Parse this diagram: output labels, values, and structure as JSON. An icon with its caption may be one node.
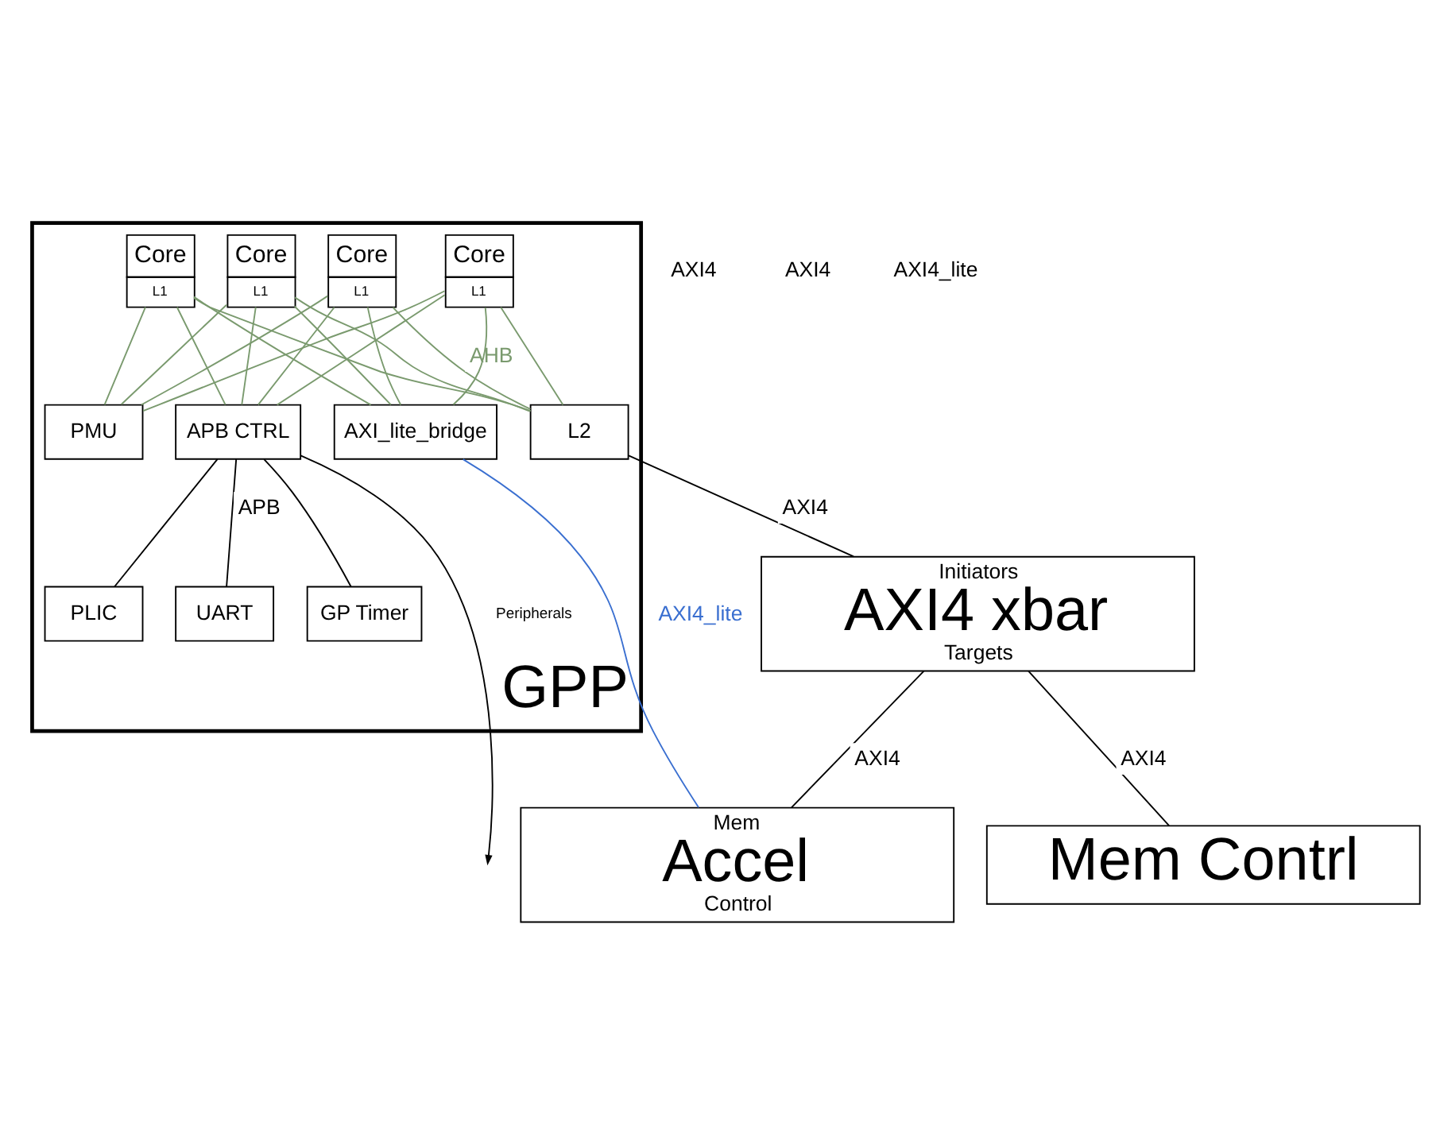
{
  "diagram": {
    "nodes": [
      {
        "text": [
          "GPP"
        ]
      },
      {
        "text": [
          "Core",
          "L1"
        ],
        "in": 0
      },
      {
        "text": [
          "Core",
          "L1"
        ],
        "in": 0
      },
      {
        "text": [
          "Core",
          "L1"
        ],
        "in": 0
      },
      {
        "text": [
          "Core",
          "L1"
        ],
        "in": 0
      },
      {
        "text": [
          "PLIC"
        ],
        "in": 0
      },
      {
        "text": [
          "UART"
        ],
        "in": 0
      },
      {
        "text": [
          "GP Timer"
        ],
        "in": 0
      },
      {
        "text": [
          "APB CTRL"
        ],
        "in": 0
      },
      {
        "text": [
          "L2"
        ],
        "in": 0
      },
      {
        "text": [
          "AXI_lite_bridge"
        ],
        "in": 0
      },
      {
        "text": [
          "PMU"
        ],
        "in": 0
      },
      {
        "text": [
          "Initiators",
          "AXI4 xbar",
          "Targets"
        ]
      },
      {
        "text": [
          "Mem",
          "Accel",
          "Control"
        ]
      },
      {
        "text": [
          "Mem Contrl"
        ]
      }
    ],
    "edges": [
      {
        "from": 1,
        "to": 9,
        "arrow": "none",
        "color": "#7a9a6e",
        "label": "AHB"
      },
      {
        "from": 2,
        "to": 9,
        "arrow": "none",
        "color": "#7a9a6e"
      },
      {
        "from": 3,
        "to": 9,
        "arrow": "none",
        "color": "#7a9a6e"
      },
      {
        "from": 4,
        "to": 9,
        "arrow": "none",
        "color": "#7a9a6e"
      },
      {
        "from": 1,
        "to": 10,
        "arrow": "none",
        "color": "#7a9a6e"
      },
      {
        "from": 2,
        "to": 10,
        "arrow": "none",
        "color": "#7a9a6e"
      },
      {
        "from": 3,
        "to": 10,
        "arrow": "none",
        "color": "#7a9a6e"
      },
      {
        "from": 4,
        "to": 10,
        "arrow": "none",
        "color": "#7a9a6e"
      },
      {
        "from": 1,
        "to": 11,
        "arrow": "none",
        "color": "#7a9a6e"
      },
      {
        "from": 2,
        "to": 11,
        "arrow": "none",
        "color": "#7a9a6e"
      },
      {
        "from": 3,
        "to": 11,
        "arrow": "none",
        "color": "#7a9a6e"
      },
      {
        "from": 4,
        "to": 11,
        "arrow": "none",
        "color": "#7a9a6e"
      },
      {
        "from": 1,
        "to": 8,
        "arrow": "none",
        "color": "#7a9a6e"
      },
      {
        "from": 2,
        "to": 8,
        "arrow": "none",
        "color": "#7a9a6e"
      },
      {
        "from": 3,
        "to": 8,
        "arrow": "none",
        "color": "#7a9a6e"
      },
      {
        "from": 4,
        "to": 8,
        "arrow": "none",
        "color": "#7a9a6e"
      },
      {
        "from": 8,
        "to": 5,
        "arrow": "none",
        "color": "#000000"
      },
      {
        "from": 8,
        "to": 6,
        "arrow": "none",
        "color": "#000000",
        "label": "APB"
      },
      {
        "from": 8,
        "to": 7,
        "arrow": "none",
        "color": "#000000"
      },
      {
        "from": 8,
        "to": null,
        "arrow": "to",
        "color": "#000000",
        "label": "Peripherals"
      },
      {
        "from": 9,
        "to": 12,
        "arrow": "none",
        "color": "#000000",
        "label": "AXI4"
      },
      {
        "from": 12,
        "to": 13,
        "arrow": "none",
        "color": "#000000",
        "label": "AXI4"
      },
      {
        "from": 10,
        "to": 13,
        "arrow": "none",
        "color": "#3a6fd0",
        "label": "AXI4_lite"
      },
      {
        "from": 12,
        "to": 14,
        "arrow": "none",
        "color": "#000000",
        "label": "AXI4"
      }
    ],
    "labels": [
      "AXI4",
      "AXI4",
      "AXI4_lite"
    ]
  }
}
